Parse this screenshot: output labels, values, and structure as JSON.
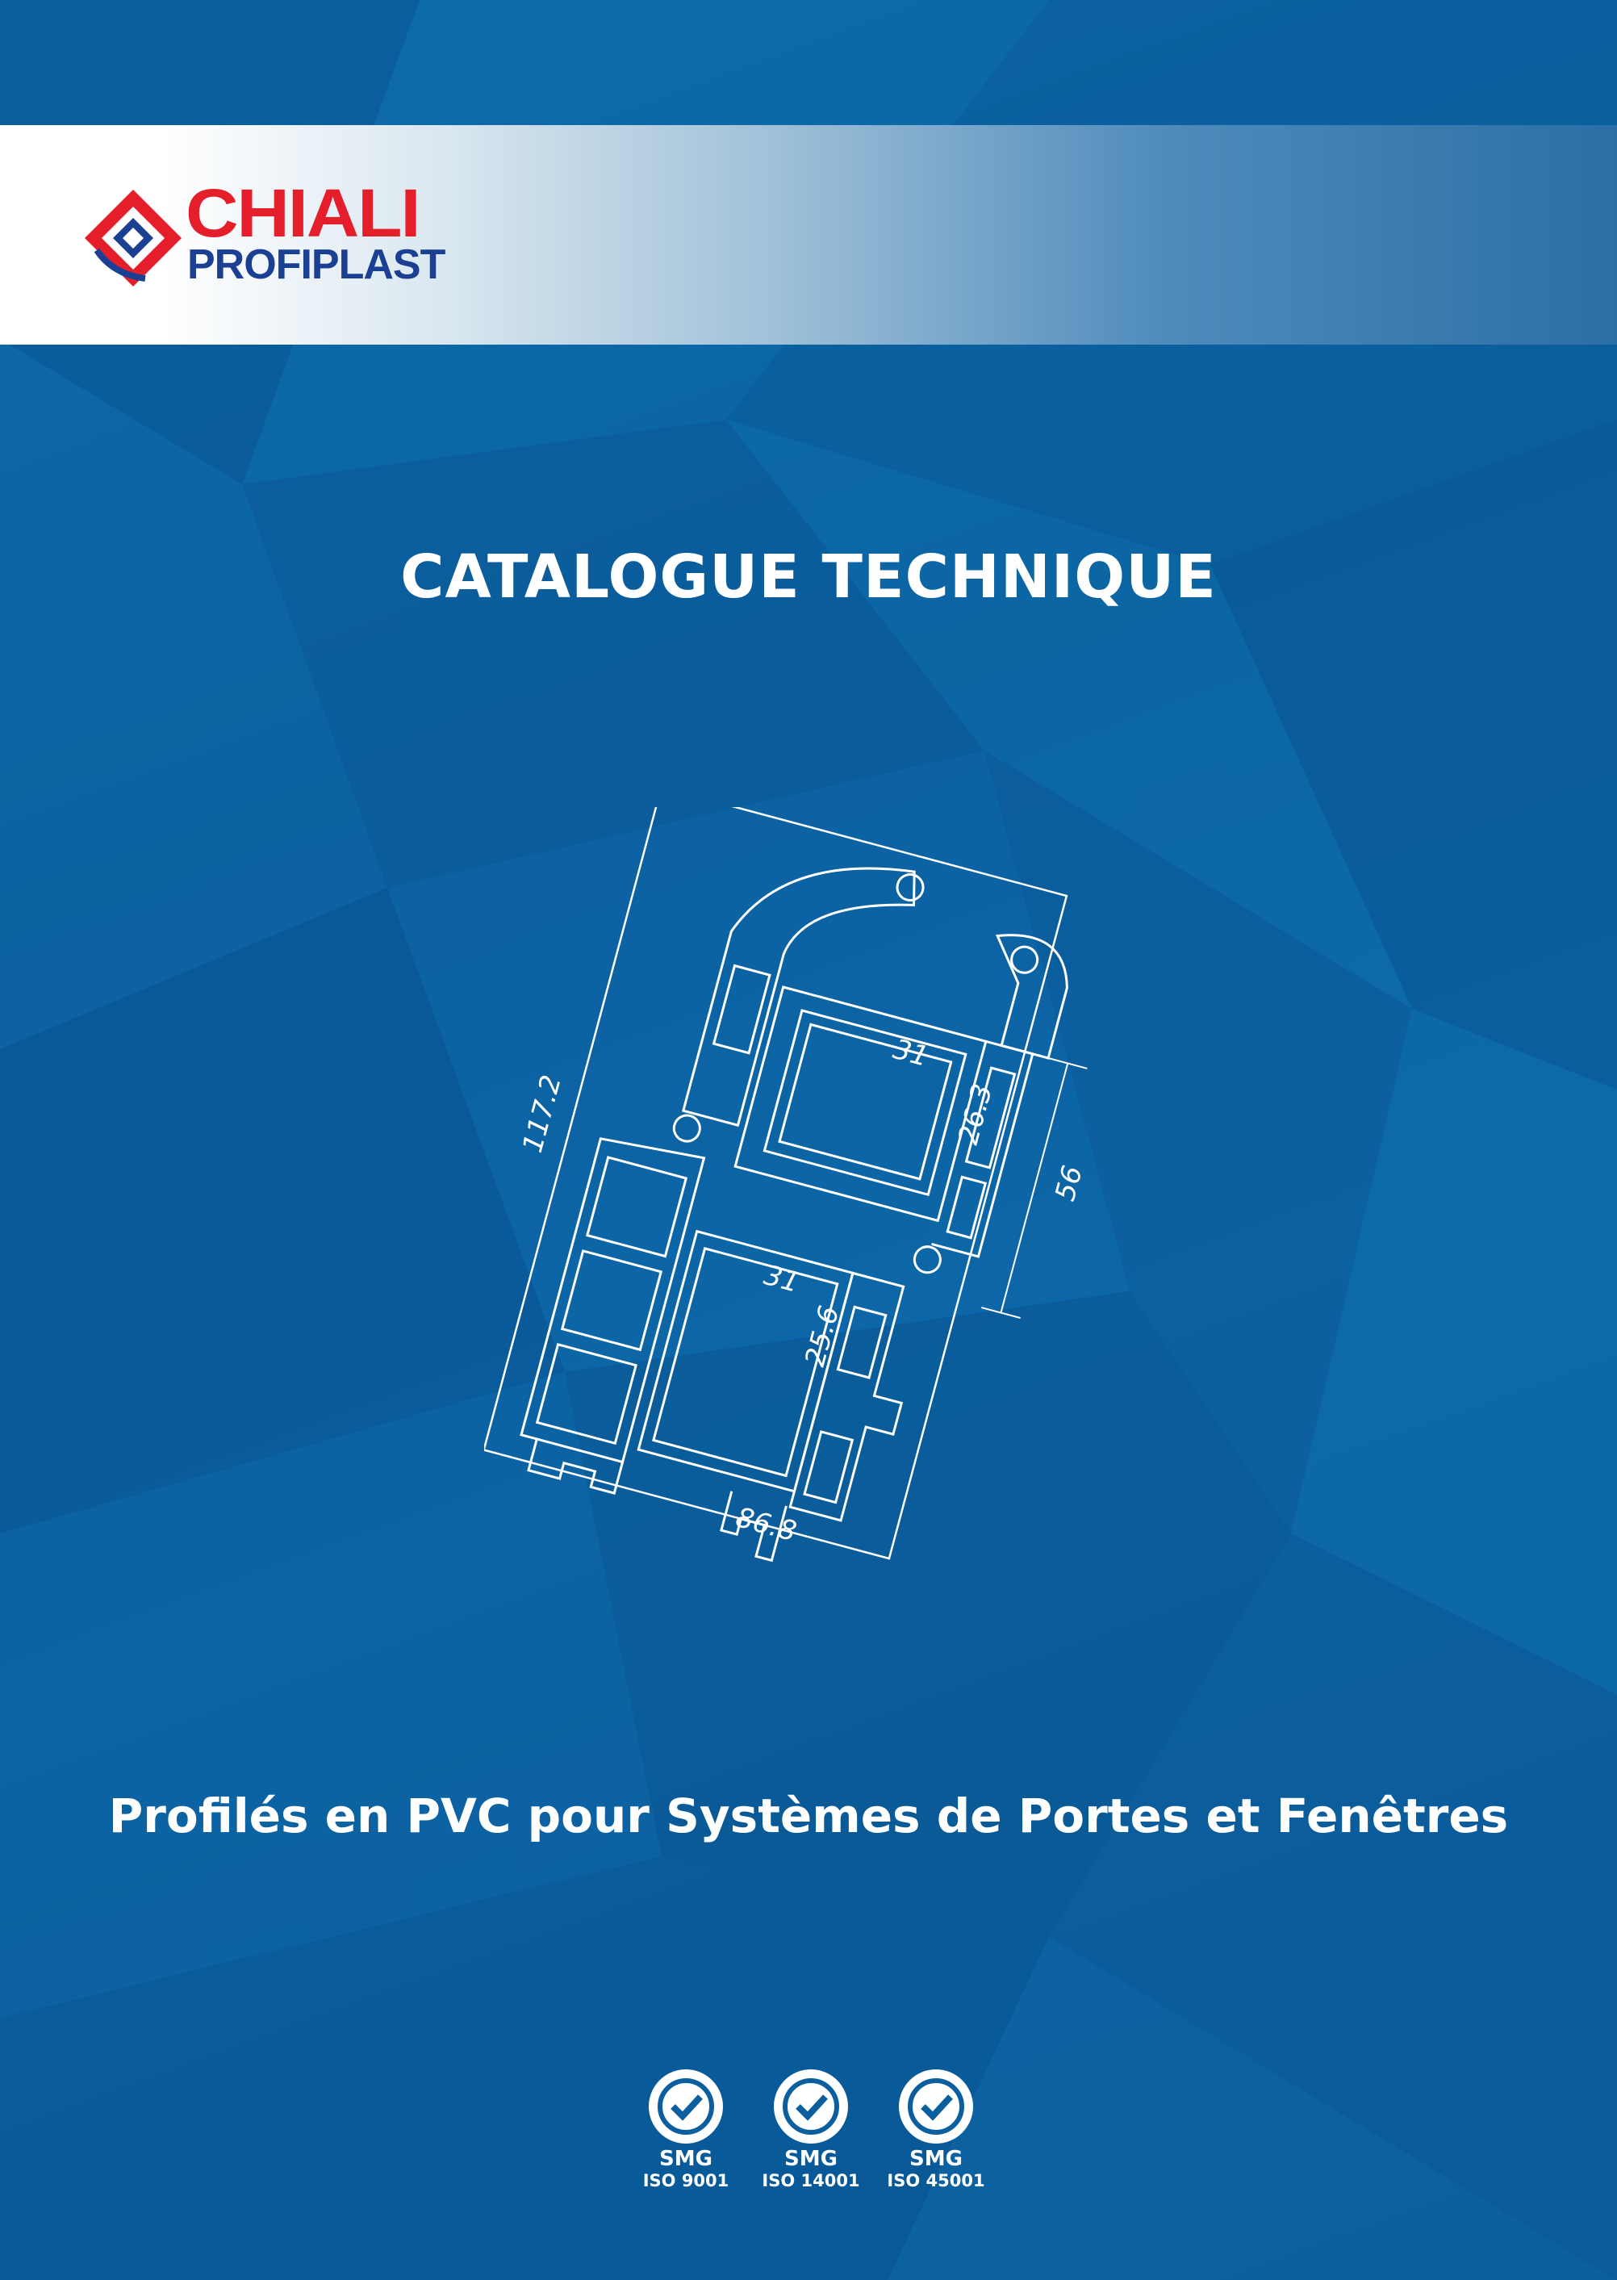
{
  "brand": {
    "name": "CHIALI",
    "sub_name": "PROFIPLAST",
    "red": "#e41e2a",
    "blue": "#1b3f93"
  },
  "title": "CATALOGUE TECHNIQUE",
  "subtitle": "Profilés en PVC pour Systèmes de Portes et Fenêtres",
  "drawing": {
    "icon": "pvc-window-profile-section",
    "dimensions": {
      "height": "117.2",
      "depth": "86.8",
      "sash_depth": "56",
      "chamber_width_top": "31",
      "chamber_height_top": "26.3",
      "chamber_width_bottom": "31",
      "chamber_height_bottom": "25.6"
    }
  },
  "certifications": [
    {
      "label": "SMG",
      "standard": "ISO 9001",
      "icon": "check-seal-icon"
    },
    {
      "label": "SMG",
      "standard": "ISO 14001",
      "icon": "check-seal-icon"
    },
    {
      "label": "SMG",
      "standard": "ISO 45001",
      "icon": "check-seal-icon"
    }
  ],
  "colors": {
    "background": "#0b5f9e",
    "text": "#ffffff"
  }
}
